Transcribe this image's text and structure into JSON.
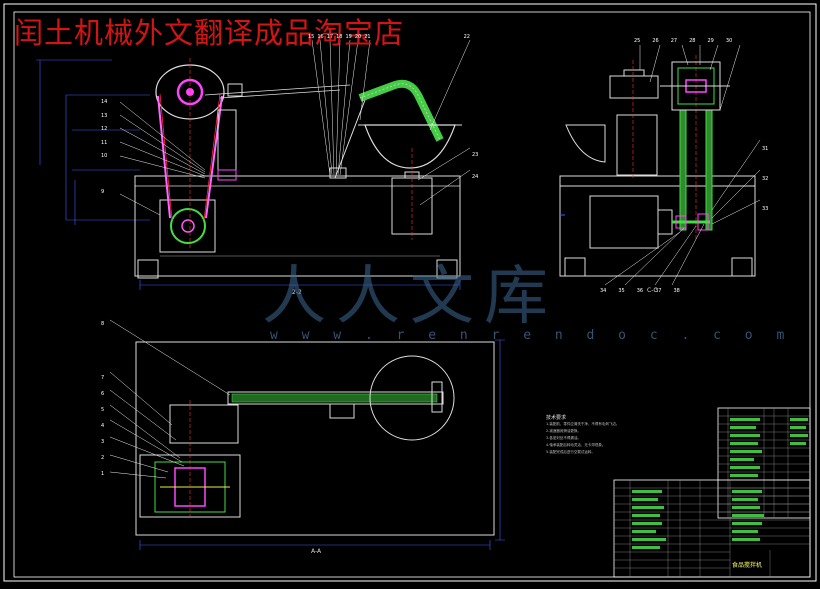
{
  "header": {
    "title": "闰土机械外文翻译成品淘宝店"
  },
  "watermark": {
    "logo_text": "人人文库",
    "url": "w w w . r e n r e n d o c . c o m"
  },
  "views": {
    "front": {
      "label": "2-2"
    },
    "side": {
      "label": "C-C"
    },
    "top": {
      "label": "A-A"
    }
  },
  "front_callouts": [
    "14",
    "13",
    "12",
    "11",
    "10",
    "9"
  ],
  "front_top_callouts": [
    "15",
    "16",
    "17",
    "18",
    "19",
    "20",
    "21",
    "22"
  ],
  "front_right_callouts": [
    "23",
    "24"
  ],
  "side_callouts": [
    "25",
    "26",
    "27",
    "28",
    "29",
    "30",
    "31",
    "32",
    "33",
    "34",
    "35",
    "36",
    "37",
    "38"
  ],
  "top_callouts": [
    "8",
    "7",
    "6",
    "5",
    "4",
    "3",
    "2",
    "1"
  ],
  "tech_notes": {
    "title": "技术要求",
    "lines": [
      "1.装配前，零件应清洗干净，不得有毛刺飞边。",
      "2.减速器润滑油更换。",
      "3.各密封处不得漏油。",
      "4.轴承装配后转动灵活，无卡滞现象。",
      "5.装配完成后进行空载试运转。"
    ]
  },
  "title_block": {
    "drawing_name": "食品搅拌机"
  },
  "colors": {
    "background": "#000000",
    "outline": "#ffffff",
    "part_magenta": "#ff44ff",
    "part_green": "#44dd44",
    "part_yellow": "#eeee44",
    "part_cyan": "#44dddd",
    "dim_blue": "#3366ff",
    "callout_red": "#ff3030"
  }
}
